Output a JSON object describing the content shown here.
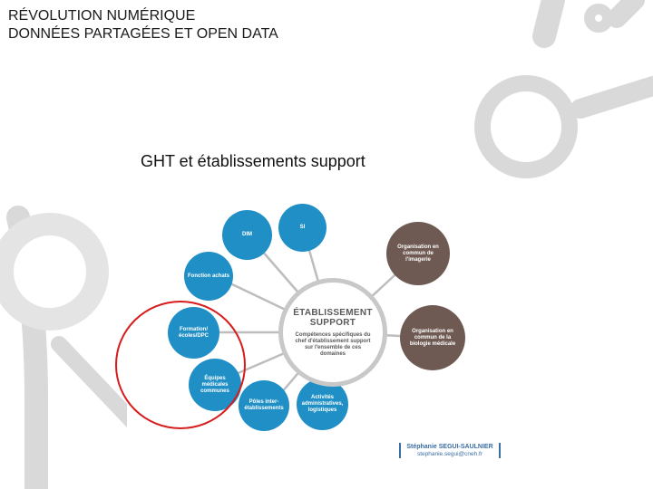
{
  "header": {
    "line1": "RÉVOLUTION NUMÉRIQUE",
    "line2": "DONNÉES PARTAGÉES ET OPEN DATA"
  },
  "subtitle": "GHT et établissements support",
  "diagram": {
    "center": {
      "title_line1": "ÉTABLISSEMENT",
      "title_line2": "SUPPORT",
      "description": "Compétences spécifiques du chef d'établissement support sur l'ensemble de ces domaines"
    },
    "nodes": {
      "dim": "DIM",
      "si": "SI",
      "achats": "Fonction achats",
      "formation": "Formation/ écoles/DPC",
      "equipes": "Équipes médicales communes",
      "poles": "Pôles inter-établissements",
      "activites": "Activités administratives, logistiques",
      "imagerie": "Organisation en commun de l'imagerie",
      "biologie": "Organisation en commun de la biologie médicale"
    },
    "colors": {
      "blue": "#1f8fc6",
      "brown": "#6e5a52",
      "ring": "#c8c8c8",
      "highlight": "#d61c1c"
    }
  },
  "credit": {
    "name": "Stéphanie SEGUI-SAULNIER",
    "email": "stephanie.segui@cneh.fr"
  }
}
